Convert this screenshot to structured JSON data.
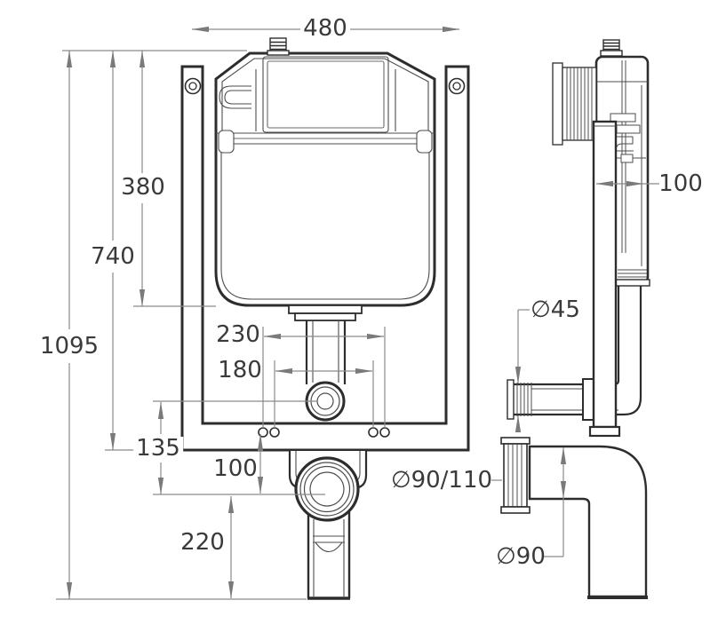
{
  "drawing": {
    "type": "technical dimension drawing",
    "subject": "concealed cistern with mounting frame, front view and side view",
    "background": "#ffffff",
    "colors": {
      "outline": "#2d2d2d",
      "internal_line": "#4d4d4d",
      "dimension_line": "#8a8a8a",
      "dimension_text": "#3a3a3a"
    }
  },
  "dimensions": {
    "width": "480",
    "overall_height": "1095",
    "frame_height": "740",
    "tank_height": "380",
    "fixing_spacing_outer": "230",
    "fixing_spacing_inner": "180",
    "flush_bend_center": "135",
    "outlet_center": "100",
    "outlet_pipe_length": "220",
    "depth": "100",
    "flush_pipe_dia": "∅45",
    "outlet_coupling_dia": "∅90/110",
    "outlet_elbow_dia": "∅90"
  }
}
